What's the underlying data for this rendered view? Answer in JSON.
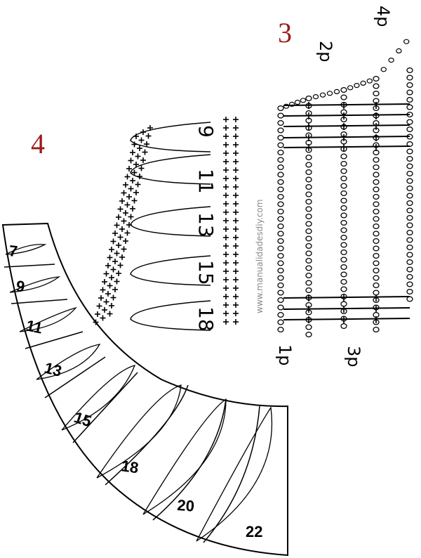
{
  "labels": {
    "section_3": "3",
    "section_4": "4"
  },
  "watermark": "www.manualidadesdiy.com",
  "row_labels": {
    "p1": "1p",
    "p2": "2p",
    "p3": "3p",
    "p4": "4p"
  },
  "middle_loop_numbers": [
    "9",
    "11",
    "13",
    "15",
    "18"
  ],
  "fan_segment_numbers": [
    "7",
    "9",
    "11",
    "13",
    "15",
    "18",
    "20",
    "22"
  ],
  "colors": {
    "section_label": "#9b1b1b",
    "ink": "#000000"
  }
}
